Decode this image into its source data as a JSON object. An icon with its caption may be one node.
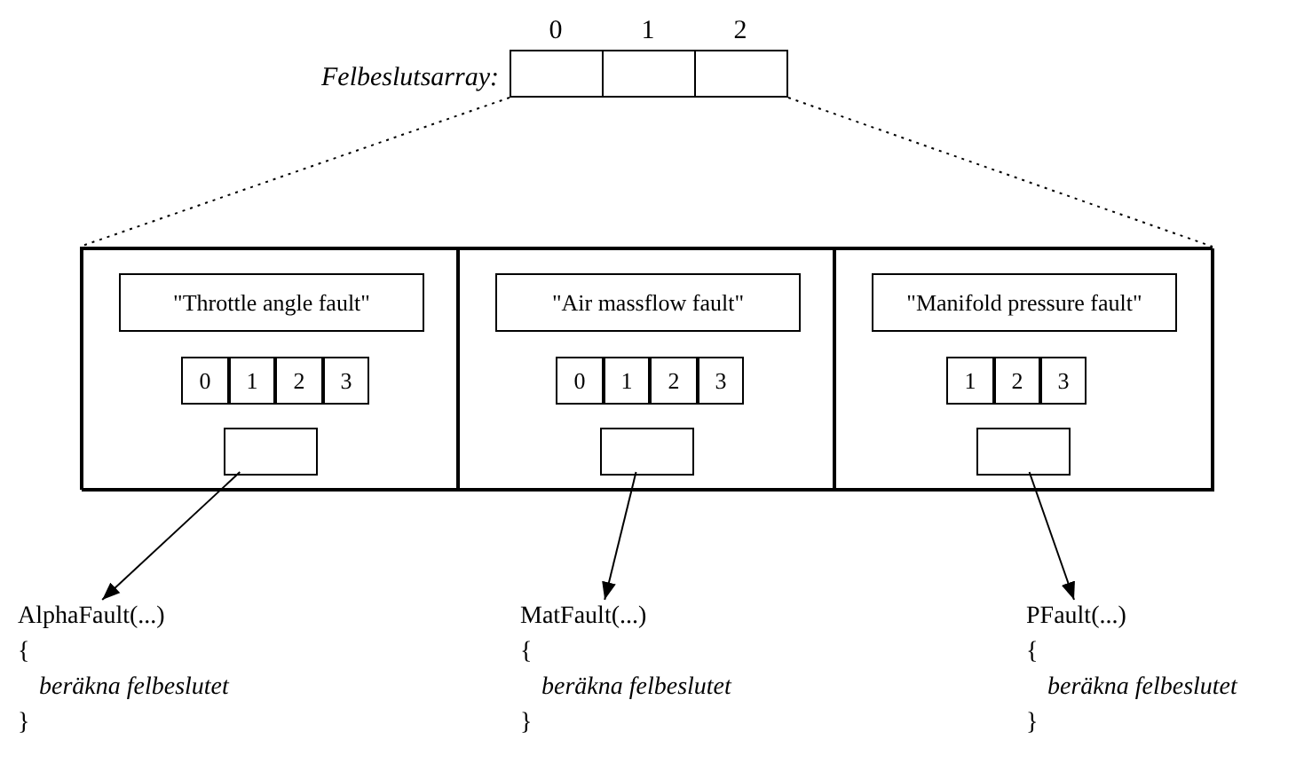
{
  "diagram": {
    "nodes": [
      {
        "text": [],
        "shape": "box",
        "beside": [
          "Felbeslutsarray:"
        ]
      },
      {
        "text": [],
        "shape": "box"
      },
      {
        "text": [],
        "shape": "box",
        "in": 1
      },
      {
        "text": [
          "\"Throttle angle fault\""
        ],
        "in": 2
      },
      {
        "text": [
          "0"
        ],
        "in": 2
      },
      {
        "text": [
          "1"
        ],
        "in": 2
      },
      {
        "text": [
          "2"
        ],
        "in": 2
      },
      {
        "text": [
          "3"
        ],
        "in": 2
      },
      {
        "text": [],
        "shape": "box",
        "in": 2
      },
      {
        "text": [],
        "shape": "box",
        "in": 1
      },
      {
        "text": [
          "\"Air massflow fault\""
        ],
        "in": 9
      },
      {
        "text": [
          "0"
        ],
        "in": 9
      },
      {
        "text": [
          "1"
        ],
        "in": 9
      },
      {
        "text": [
          "2"
        ],
        "in": 9
      },
      {
        "text": [
          "3"
        ],
        "in": 9
      },
      {
        "text": [],
        "shape": "box",
        "in": 9
      },
      {
        "text": [],
        "shape": "box",
        "in": 1
      },
      {
        "text": [
          "\"Manifold pressure fault\""
        ],
        "in": 16
      },
      {
        "text": [
          "1"
        ],
        "in": 16
      },
      {
        "text": [
          "2"
        ],
        "in": 16
      },
      {
        "text": [
          "3"
        ],
        "in": 16
      },
      {
        "text": [],
        "shape": "box",
        "in": 16
      },
      {
        "text": [
          "AlphaFault(...)",
          "{",
          "beräkna felbeslutet",
          "}"
        ]
      },
      {
        "text": [
          "MatFault(...)",
          "{",
          "beräkna felbeslutet",
          "}"
        ]
      },
      {
        "text": [
          "PFault(...)",
          "{",
          "beräkna felbeslutet",
          "}"
        ]
      }
    ],
    "edges": [
      {
        "from": 0,
        "to": 1,
        "arrow": "none",
        "style": "dashed"
      },
      {
        "from": 0,
        "to": 1,
        "arrow": "none",
        "style": "dashed"
      },
      {
        "from": 8,
        "to": 22,
        "arrow": "to"
      },
      {
        "from": 15,
        "to": 23,
        "arrow": "to"
      },
      {
        "from": 21,
        "to": 24,
        "arrow": "to"
      }
    ],
    "labels": [
      "0",
      "1",
      "2"
    ]
  }
}
